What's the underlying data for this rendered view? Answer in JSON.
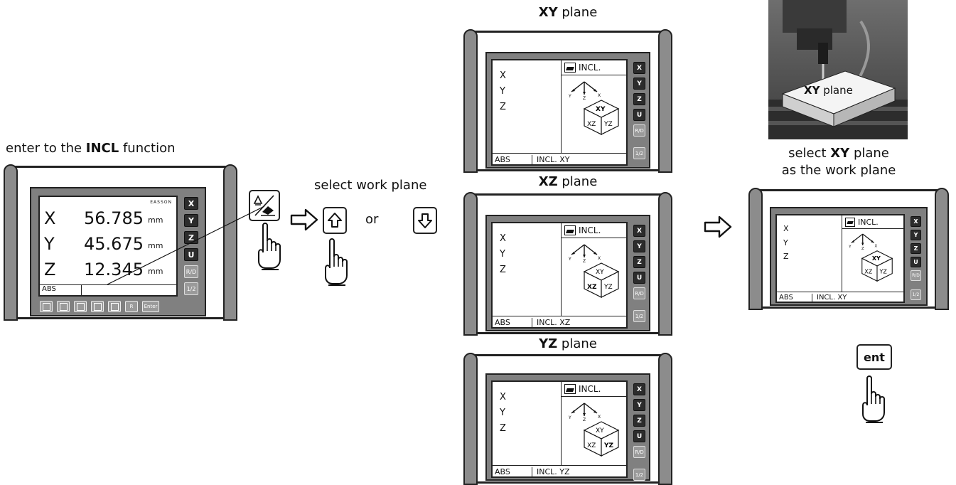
{
  "step1": {
    "caption_pre": "enter to the ",
    "caption_bold": "INCL",
    "caption_post": " function",
    "brand": "EASSON",
    "axes": [
      {
        "label": "X",
        "value": "56.785",
        "unit": "mm"
      },
      {
        "label": "Y",
        "value": "45.675",
        "unit": "mm"
      },
      {
        "label": "Z",
        "value": "12.345",
        "unit": "mm"
      }
    ],
    "status": "ABS",
    "side_keys": [
      "X",
      "Y",
      "Z",
      "U",
      "R/D",
      "1/2"
    ],
    "bottom_keys": [
      "calc-icon",
      "line-hole-icon",
      "incline-icon",
      "circle-hole-icon",
      "tool-icon",
      "R",
      "Enter"
    ]
  },
  "step2": {
    "caption": "select work plane",
    "or": "or"
  },
  "planes": [
    {
      "title_bold": "XY",
      "title_rest": " plane",
      "mode": "ABS",
      "status": "INCL. XY",
      "active": "XY",
      "incl": "INCL."
    },
    {
      "title_bold": "XZ",
      "title_rest": " plane",
      "mode": "ABS",
      "status": "INCL. XZ",
      "active": "XZ",
      "incl": "INCL."
    },
    {
      "title_bold": "YZ",
      "title_rest": " plane",
      "mode": "ABS",
      "status": "INCL. YZ",
      "active": "YZ",
      "incl": "INCL."
    }
  ],
  "axis_letters": [
    "X",
    "Y",
    "Z"
  ],
  "cube_faces": [
    "XY",
    "XZ",
    "YZ"
  ],
  "side_keys_small": [
    "X",
    "Y",
    "Z",
    "U",
    "R/D",
    "1/2"
  ],
  "step3": {
    "photo_label_bold": "XY",
    "photo_label_rest": " plane",
    "caption_line1_pre": "select ",
    "caption_line1_bold": "XY",
    "caption_line1_post": " plane",
    "caption_line2": "as the work plane",
    "mode": "ABS",
    "status": "INCL. XY",
    "incl": "INCL.",
    "ent_label": "ent"
  }
}
